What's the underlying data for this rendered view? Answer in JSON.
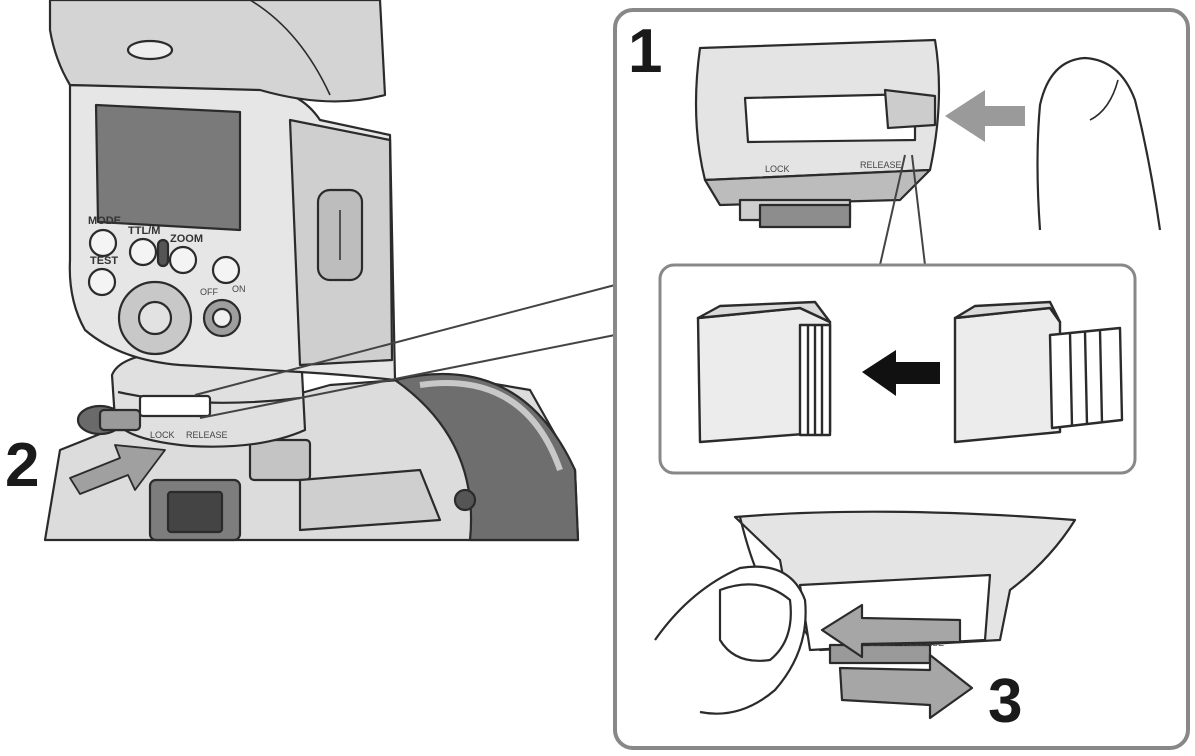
{
  "steps": {
    "one": "1",
    "two": "2",
    "three": "3"
  },
  "flash_buttons": {
    "mode": "MODE",
    "ttl_m": "TTL/M",
    "zoom": "ZOOM",
    "test": "TEST",
    "off": "OFF",
    "on": "ON"
  },
  "shoe_markings": {
    "lock": "LOCK",
    "release": "RELEASE",
    "lock_release": "LOCK · RELEASE"
  },
  "colors": {
    "line": "#2b2b2b",
    "fill_light": "#f2f2f2",
    "fill_mid": "#d6d6d6",
    "fill_dark": "#8a8a8a",
    "arrow_gray": "#9a9a9a",
    "arrow_black": "#111111",
    "panel_border": "#888888"
  },
  "icons": {
    "push_arrow": "arrow-left-icon",
    "slide_arrow": "arrow-right-icon",
    "hand": "finger-icon"
  }
}
